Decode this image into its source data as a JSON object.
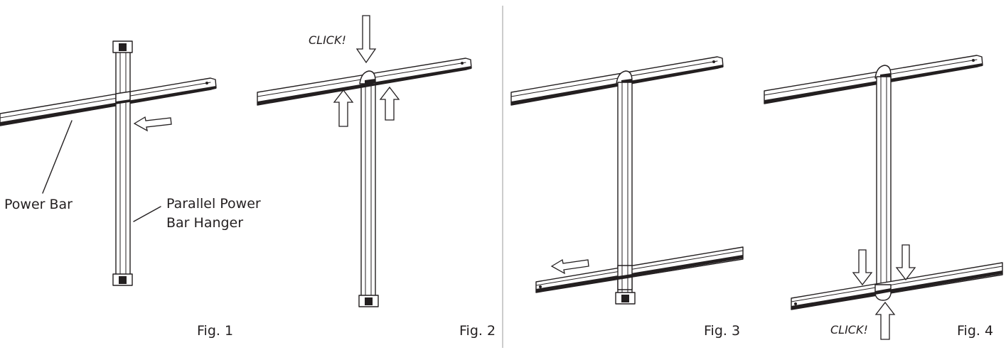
{
  "labels": {
    "power_bar": "Power Bar",
    "hanger_line1": "Parallel Power",
    "hanger_line2": "Bar Hanger"
  },
  "click_top": "CLICK!",
  "click_bottom": "CLICK!",
  "figures": [
    {
      "caption": "Fig. 1"
    },
    {
      "caption": "Fig. 2"
    },
    {
      "caption": "Fig. 3"
    },
    {
      "caption": "Fig. 4"
    }
  ],
  "colors": {
    "ink": "#231f20",
    "background": "#ffffff"
  }
}
